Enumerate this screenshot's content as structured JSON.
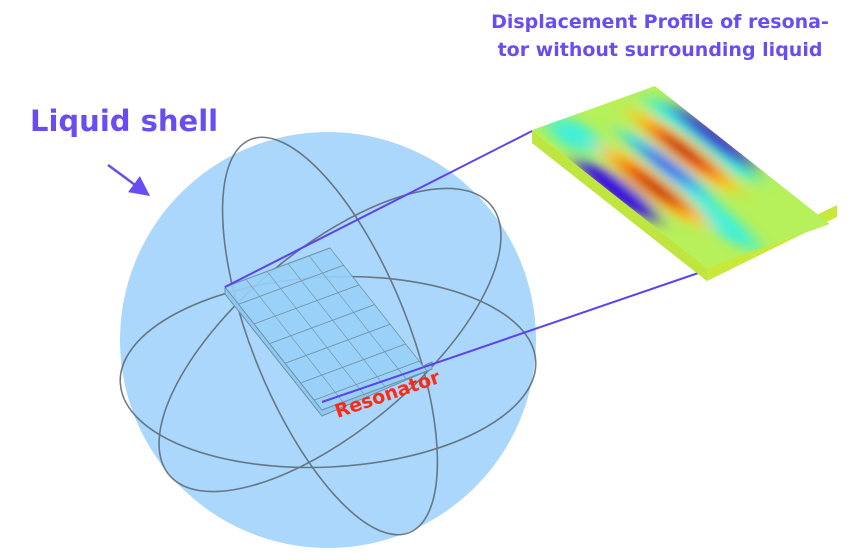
{
  "title_line1": "Displacement Profile of resona-",
  "title_line2": "tor without surrounding liquid",
  "liquid_shell_label": "Liquid shell",
  "resonator_label": "Resonator",
  "colors": {
    "accent": "#6a4cf0",
    "sphere": "#a9d6fa",
    "resonator_label": "#ff2a12"
  }
}
